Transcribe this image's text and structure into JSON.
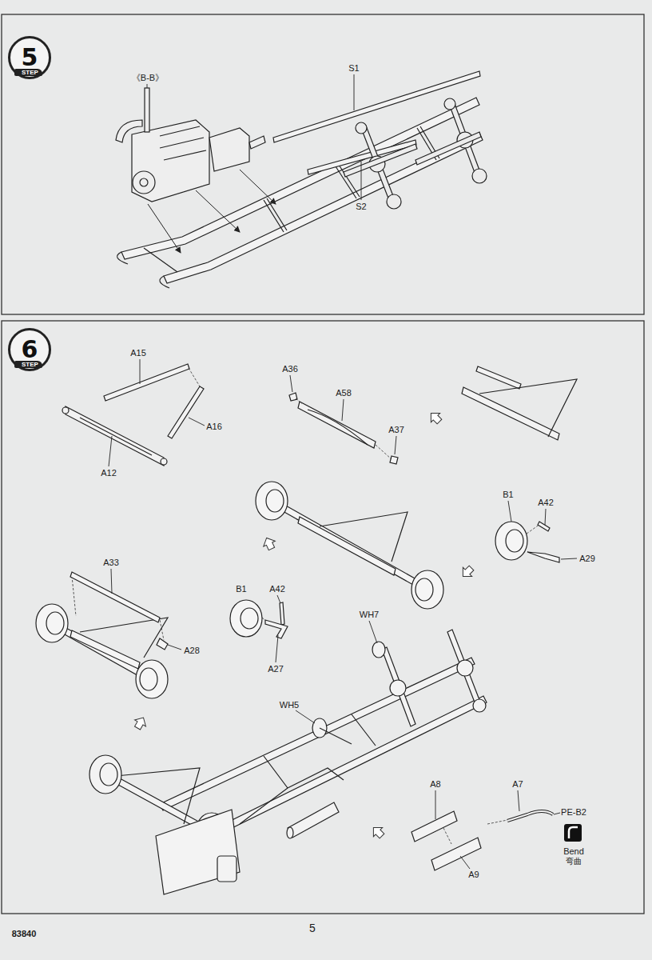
{
  "diagram": {
    "nodes": [
      {
        "text": [
          "5",
          "STEP"
        ]
      },
      {
        "text": [
          "6",
          "STEP"
        ]
      }
    ],
    "labels": [
      "《B-B》",
      "S1",
      "S2",
      "A15",
      "A16",
      "A12",
      "A36",
      "A58",
      "A37",
      "B1",
      "A42",
      "A29",
      "A33",
      "A28",
      "B1",
      "A42",
      "A27",
      "WH7",
      "WH5",
      "A8",
      "A7",
      "PE-B2",
      "Bend",
      "弯曲",
      "A9",
      "5",
      "83840"
    ]
  }
}
